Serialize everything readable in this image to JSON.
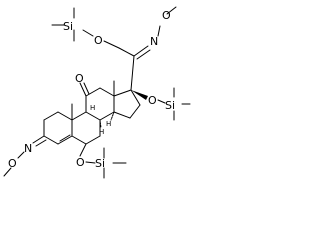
{
  "labels": {
    "tms_top_si": "Si",
    "tms_top_o": "O",
    "oxime_top_o": "O",
    "oxime_top_n": "N",
    "ketone_o": "O",
    "tms_right_o": "O",
    "tms_right_si": "Si",
    "oxime_left_n": "N",
    "oxime_left_o": "O",
    "tms_bottom_o": "O",
    "tms_bottom_si": "Si",
    "h_c8": "H",
    "h_c9": "H",
    "h_c14": "H"
  }
}
